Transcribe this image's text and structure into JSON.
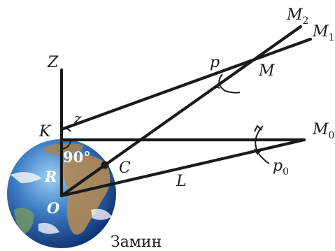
{
  "labels": {
    "M2_main": "M",
    "M2_sub": "2",
    "M1_main": "M",
    "M1_sub": "1",
    "M0_main": "M",
    "M0_sub": "0",
    "M": "M",
    "p": "p",
    "p0_main": "p",
    "p0_sub": "0",
    "Z": "Z",
    "z": "z",
    "K": "K",
    "angle": "90°",
    "C": "C",
    "R": "R",
    "L": "L",
    "O": "O",
    "caption": "Замин"
  },
  "colors": {
    "lines": "#1a1a1a",
    "ocean_light": "#6aa9e0",
    "ocean_dark": "#0c2d6b",
    "land": "#b08a55"
  }
}
